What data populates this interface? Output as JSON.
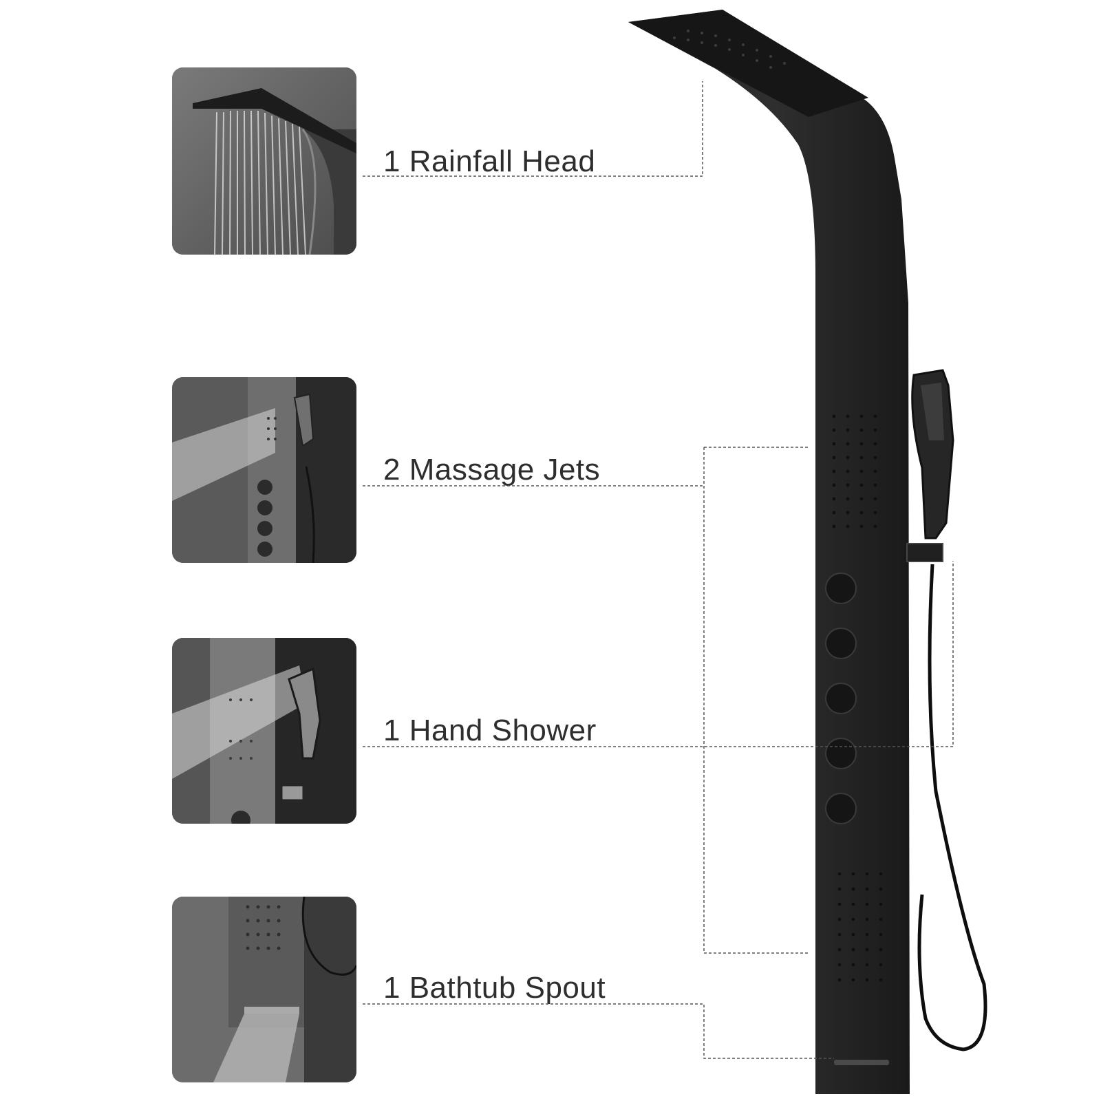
{
  "features": [
    {
      "label": "1 Rainfall Head",
      "icon": "rainfall-head-icon"
    },
    {
      "label": "2 Massage Jets",
      "icon": "massage-jets-icon"
    },
    {
      "label": "1 Hand Shower",
      "icon": "hand-shower-icon"
    },
    {
      "label": "1 Bathtub Spout",
      "icon": "bathtub-spout-icon"
    }
  ],
  "colors": {
    "panel": "#2a2a2a",
    "panel_dark": "#151515",
    "thumb_bg": "#6a6a6a",
    "label_text": "#2e2e2e",
    "leader_line": "#555555"
  }
}
